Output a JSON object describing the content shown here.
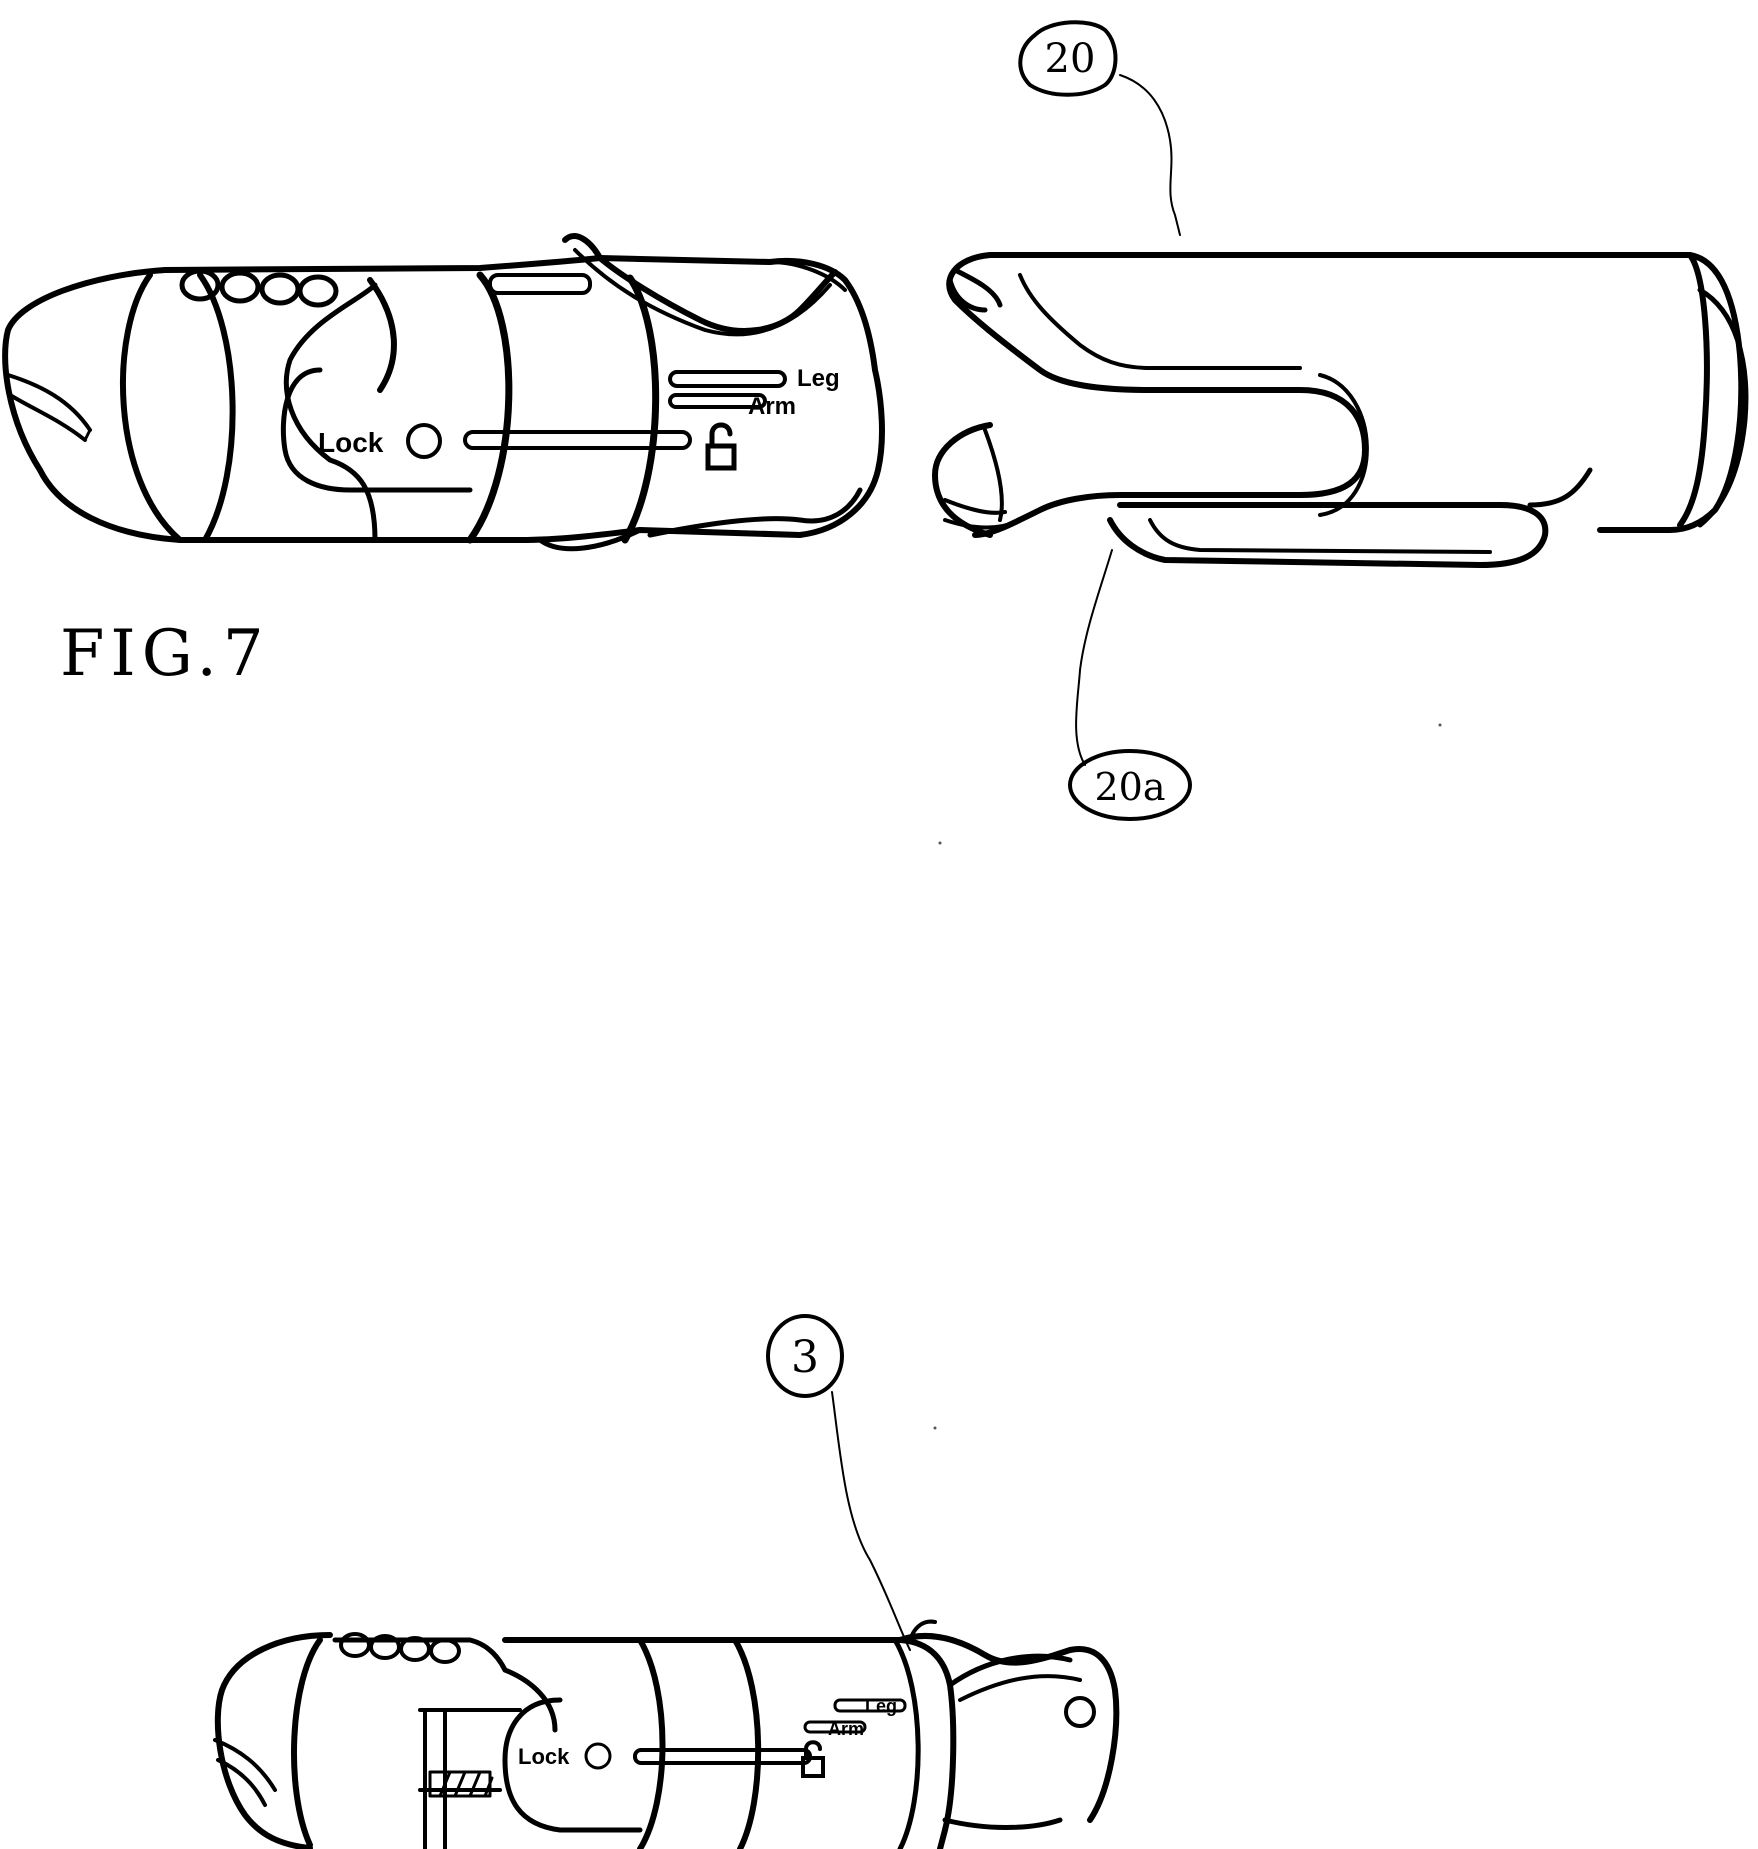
{
  "figure": {
    "caption": "FIG.7"
  },
  "reference_numerals": {
    "sleeve": "20",
    "clip": "20a",
    "assembled_device": "3"
  },
  "device_top": {
    "labels": {
      "lock": "Lock",
      "leg": "Leg",
      "arm": "Arm"
    },
    "icons": [
      "lock-open-icon"
    ]
  },
  "device_bottom": {
    "labels": {
      "lock": "Lock",
      "leg": "Leg",
      "arm": "Arm"
    },
    "icons": [
      "lock-open-icon"
    ]
  },
  "colors": {
    "ink": "#000000",
    "paper": "#ffffff"
  }
}
